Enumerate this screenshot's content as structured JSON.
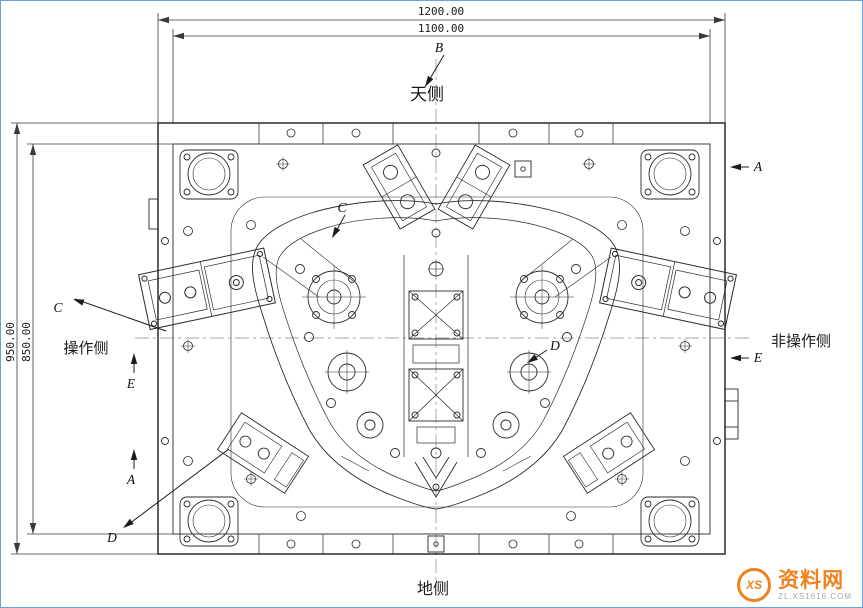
{
  "canvas": {
    "ink": "#2b2b2b",
    "frame_color": "#6aa0dd",
    "bg": "#ffffff"
  },
  "sides": {
    "top": "天侧",
    "bottom": "地侧",
    "left": "操作侧",
    "right": "非操作侧"
  },
  "dims": {
    "top_outer": "1200.00",
    "top_inner": "1100.00",
    "left_outer": "950.00",
    "left_inner": "850.00"
  },
  "sections": {
    "b_top": "B",
    "c_top": "C",
    "c_left": "C",
    "a_right": "A",
    "e_right": "E",
    "a_left": "A",
    "e_left": "E",
    "d_left": "D",
    "d_center": "D"
  },
  "watermark": {
    "logo": "XS",
    "name": "资料网",
    "url": "ZL.XS1616.COM",
    "accent_color": "#f0821e"
  }
}
